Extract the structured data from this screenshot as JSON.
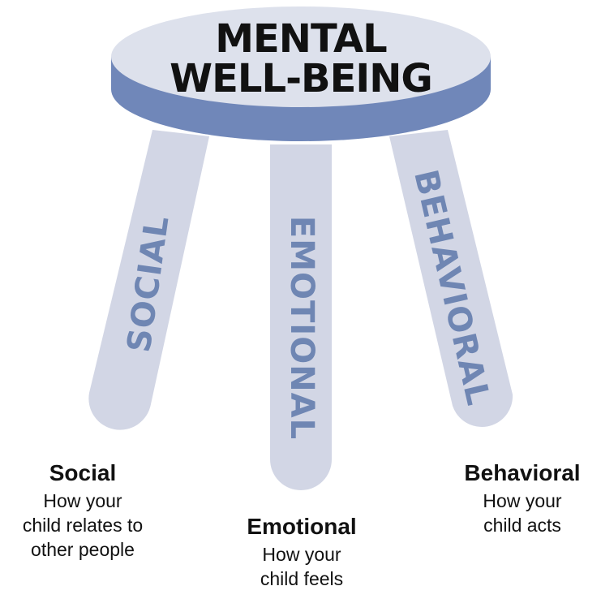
{
  "seat": {
    "line1": "MENTAL",
    "line2": "WELL-BEING"
  },
  "legs": {
    "social": "SOCIAL",
    "emotional": "EMOTIONAL",
    "behavioral": "BEHAVIORAL"
  },
  "captions": {
    "social": {
      "title": "Social",
      "desc_lines": [
        "How your",
        "child relates to",
        "other people"
      ]
    },
    "emotional": {
      "title": "Emotional",
      "desc_lines": [
        "How your",
        "child feels"
      ]
    },
    "behavioral": {
      "title": "Behavioral",
      "desc_lines": [
        "How your",
        "child acts"
      ]
    }
  },
  "colors": {
    "seat_top": "#dde1ec",
    "seat_side": "#7087b9",
    "leg": "#d2d6e5",
    "leg_text": "#6f86b3",
    "seat_text": "#111111"
  }
}
